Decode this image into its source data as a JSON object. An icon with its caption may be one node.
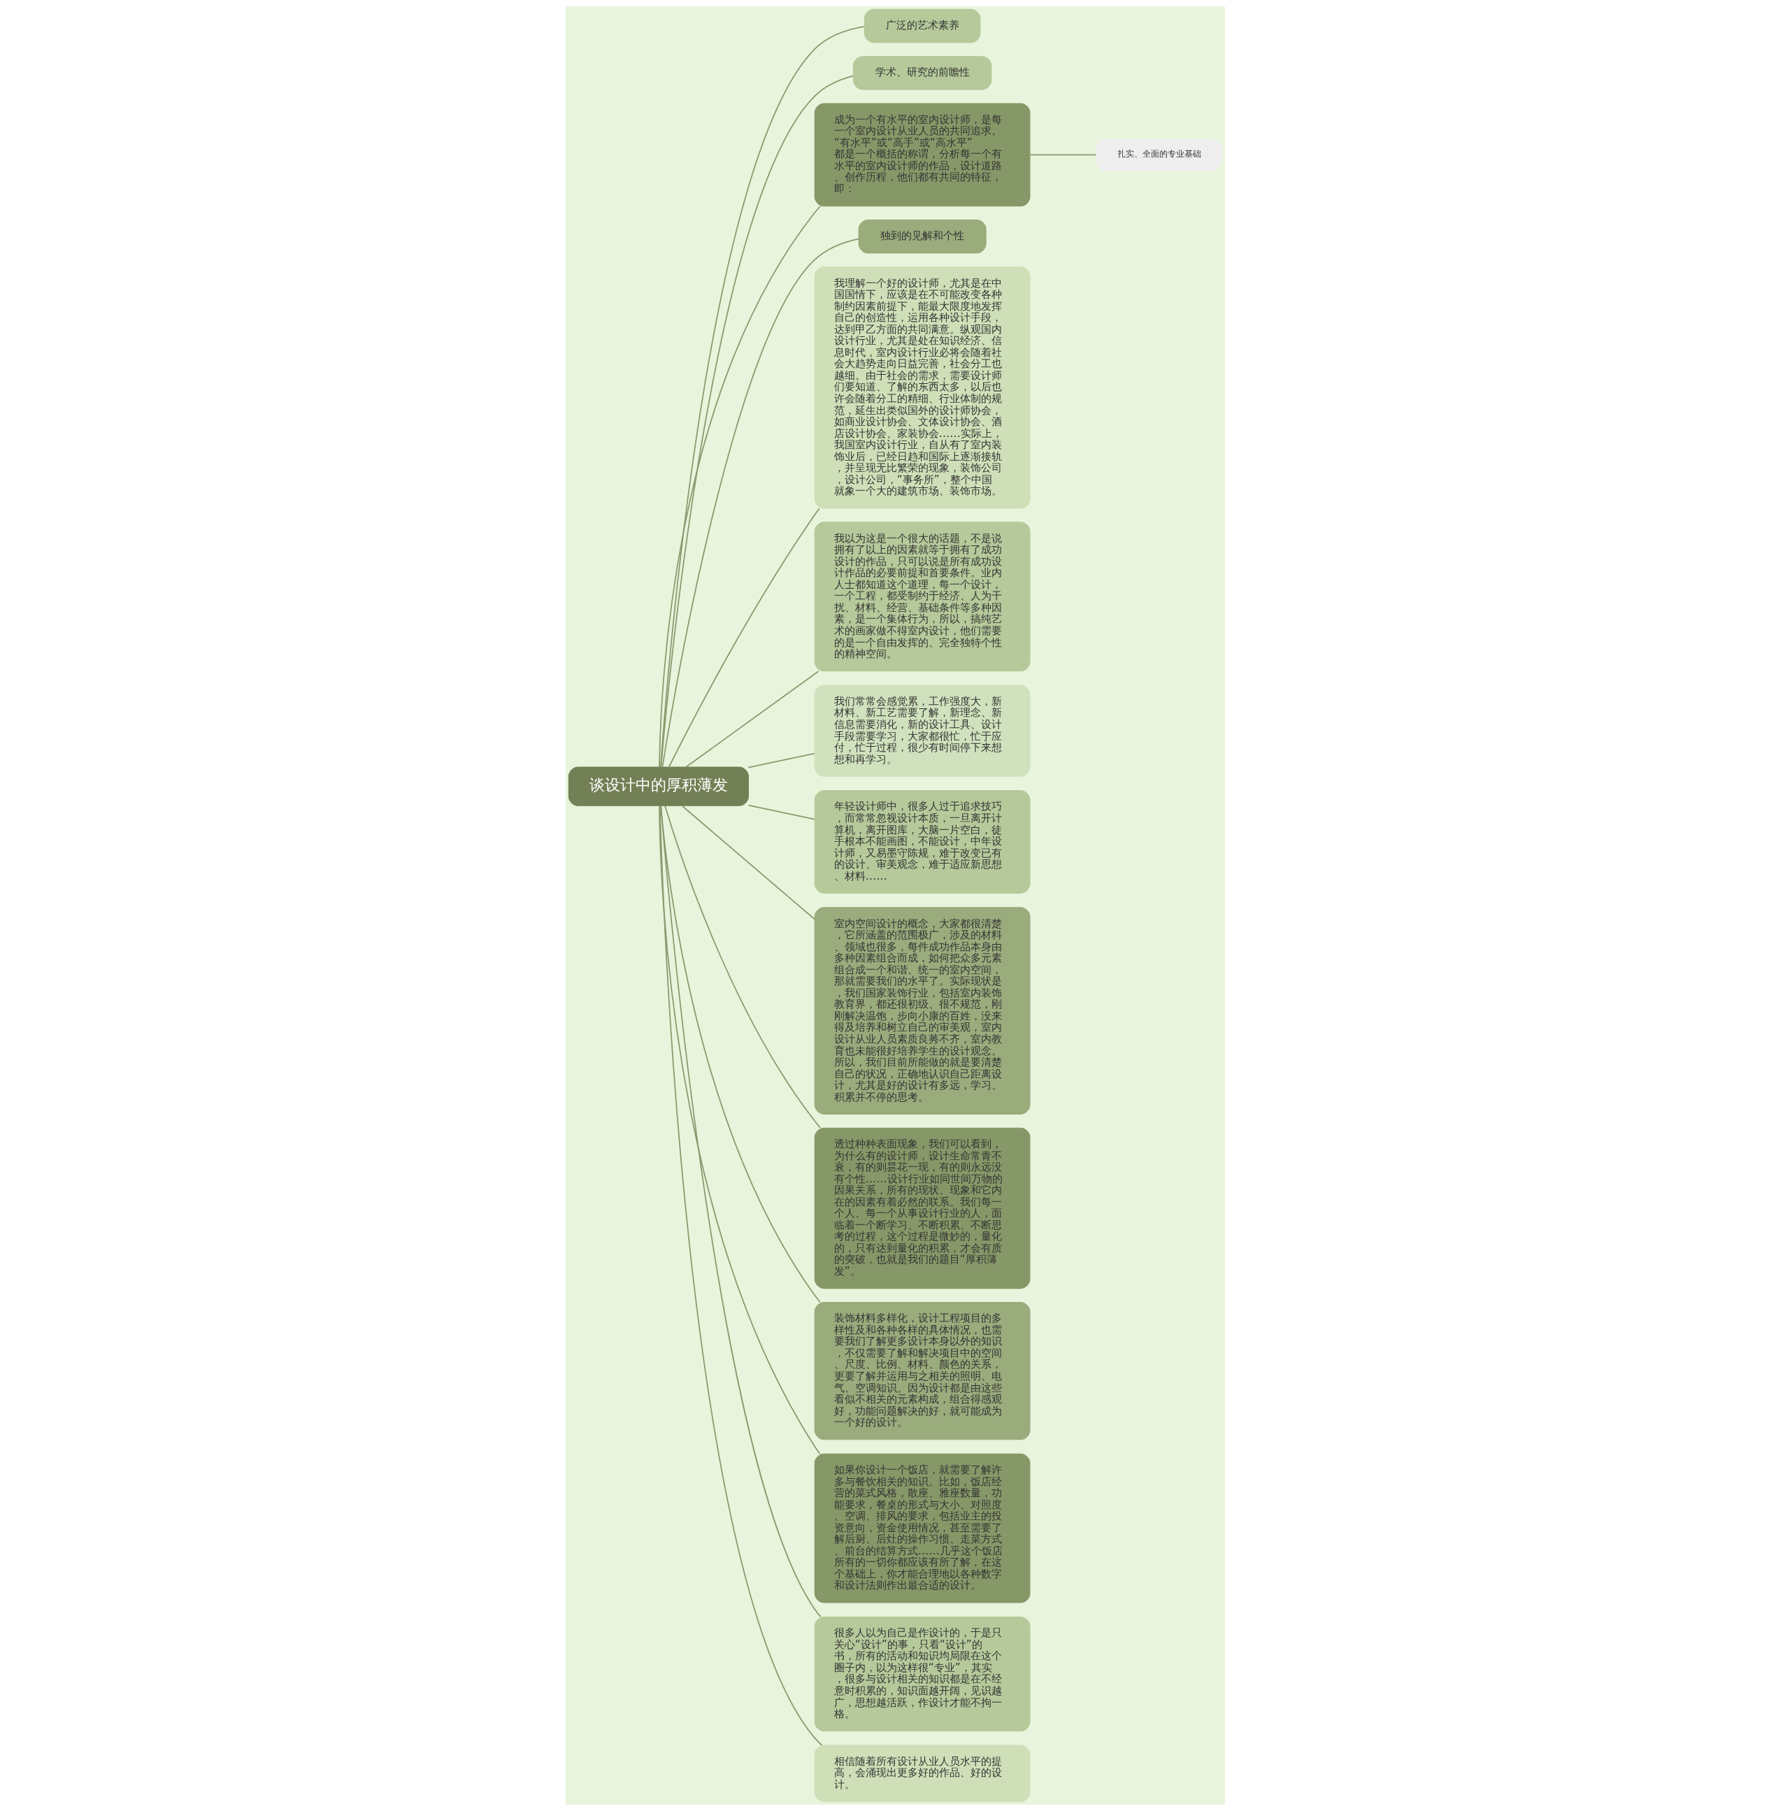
{
  "diagram": {
    "nodes": [
      {
        "text": [
          "谈设计中的厚积薄发"
        ]
      },
      {
        "text": [
          "广泛的艺术素养"
        ]
      },
      {
        "text": [
          "学术、研究的前瞻性"
        ]
      },
      {
        "text": [
          "成为一个有水平的室内设计师，是每一个室内设计从业人员的共同追求。“有水平”或“高手”或“高水平”都是一个概括的称谓，分析每一个有水平的室内设计师的作品，设计道路、创作历程，他们都有共同的特征，即："
        ]
      },
      {
        "text": [
          "扎实、全面的专业基础"
        ]
      },
      {
        "text": [
          "独到的见解和个性"
        ]
      },
      {
        "text": [
          "我理解一个好的设计师，尤其是在中国国情下，应该是在不可能改变各种制约因素前提下，能最大限度地发挥自己的创造性，运用各种设计手段，达到甲乙方面的共同满意。纵观国内设计行业，尤其是处在知识经济、信息时代，室内设计行业必将会随着社会大趋势走向日益完善，社会分工也越细。由于社会的需求，需要设计师们要知道、了解的东西太多，以后也许会随着分工的精细、行业体制的规范，延生出类似国外的设计师协会，如商业设计协会、文体设计协会、酒店设计协会、家装协会……实际上，我国室内设计行业，自从有了室内装饰业后，已经日趋和国际上逐渐接轨，并呈现无比繁荣的现象，装饰公司，设计公司，“事务所”，整个中国就象一个大的建筑市场、装饰市场。"
        ]
      },
      {
        "text": [
          "我以为这是一个很大的话题，不是说拥有了以上的因素就等于拥有了成功设计的作品，只可以说是所有成功设计作品的必要前提和首要条件。业内人士都知道这个道理，每一个设计，一个工程，都受制约于经济、人为干扰、材料、经营、基础条件等多种因素，是一个集体行为，所以，搞纯艺术的画家做不得室内设计，他们需要的是一个自由发挥的、完全独特个性的精神空间。"
        ]
      },
      {
        "text": [
          "我们常常会感觉累，工作强度大，新材料、新工艺需要了解，新理念、新信息需要消化，新的设计工具、设计手段需要学习，大家都很忙，忙于应付，忙于过程，很少有时间停下来想想和再学习。"
        ]
      },
      {
        "text": [
          "年轻设计师中，很多人过于追求技巧，而常常忽视设计本质，一旦离开计算机，离开图库，大脑一片空白，徒手根本不能画图，不能设计，中年设计师，又易墨守陈规，难于改变已有的设计、审美观念，难于适应新思想、材料……"
        ]
      },
      {
        "text": [
          "室内空间设计的概念，大家都很清楚，它所涵盖的范围极广，涉及的材料、领域也很多，每件成功作品本身由多种因素组合而成，如何把众多元素组合成一个和谐、统一的室内空间，那就需要我们的水平了。实际现状是，我们国家装饰行业，包括室内装饰教育界，都还很初级、很不规范，刚刚解决温饱，步向小康的百姓，没来得及培养和树立自己的审美观，室内设计从业人员素质良莠不齐，室内教育也未能很好培养学生的设计观念。所以，我们目前所能做的就是要清楚自己的状况，正确地认识自己距离设计，尤其是好的设计有多远，学习、积累并不停的思考。"
        ]
      },
      {
        "text": [
          "透过种种表面现象，我们可以看到，为什么有的设计师，设计生命常青不衰，有的则昙花一现，有的则永远没有个性……设计行业如同世间万物的因果关系，所有的现状、现象和它内在的因素有着必然的联系。我们每一个人、每一个从事设计行业的人，面临着一个断学习、不断积累、不断思考的过程，这个过程是微妙的，量化的，只有达到量化的积累，才会有质的突破，也就是我们的题目“厚积薄发”。"
        ]
      },
      {
        "text": [
          "装饰材料多样化，设计工程项目的多样性及和各种各样的具体情况，也需要我们了解更多设计本身以外的知识，不仅需要了解和解决项目中的空间、尺度、比例、材料、颜色的关系，更要了解并运用与之相关的照明、电气、空调知识。因为设计都是由这些看似不相关的元素构成，组合得感观好，功能问题解决的好，就可能成为一个好的设计。"
        ]
      },
      {
        "text": [
          "如果你设计一个饭店，就需要了解许多与餐饮相关的知识。比如，饭店经营的菜式风格，散座、雅座数量，功能要求，餐桌的形式与大小、对照度、空调、排风的要求，包括业主的投资意向，资金使用情况，甚至需要了解后厨、后灶的操作习惯、走菜方式、前台的结算方式……几乎这个饭店所有的一切你都应该有所了解，在这个基础上，你才能合理地以各种数字和设计法则作出最合适的设计。"
        ]
      },
      {
        "text": [
          "很多人以为自己是作设计的，于是只关心“设计”的事，只看“设计”的书，所有的活动和知识均局限在这个圈子内，以为这样很“专业”，其实，很多与设计相关的知识都是在不经意时积累的，知识面越开阔，见识越广，思想越活跃，作设计才能不拘一格。"
        ]
      },
      {
        "text": [
          "相信随着所有设计从业人员水平的提高，会涌现出更多好的作品、好的设计。"
        ]
      }
    ],
    "edges": [
      {
        "from": 0,
        "to": 1,
        "arrow": "none"
      },
      {
        "from": 0,
        "to": 2,
        "arrow": "none"
      },
      {
        "from": 0,
        "to": 3,
        "arrow": "none"
      },
      {
        "from": 3,
        "to": 4,
        "arrow": "none"
      },
      {
        "from": 0,
        "to": 5,
        "arrow": "none"
      },
      {
        "from": 0,
        "to": 6,
        "arrow": "none"
      },
      {
        "from": 0,
        "to": 7,
        "arrow": "none"
      },
      {
        "from": 0,
        "to": 8,
        "arrow": "none"
      },
      {
        "from": 0,
        "to": 9,
        "arrow": "none"
      },
      {
        "from": 0,
        "to": 10,
        "arrow": "none"
      },
      {
        "from": 0,
        "to": 11,
        "arrow": "none"
      },
      {
        "from": 0,
        "to": 12,
        "arrow": "none"
      },
      {
        "from": 0,
        "to": 13,
        "arrow": "none"
      },
      {
        "from": 0,
        "to": 14,
        "arrow": "none"
      },
      {
        "from": 0,
        "to": 15,
        "arrow": "none"
      }
    ]
  }
}
